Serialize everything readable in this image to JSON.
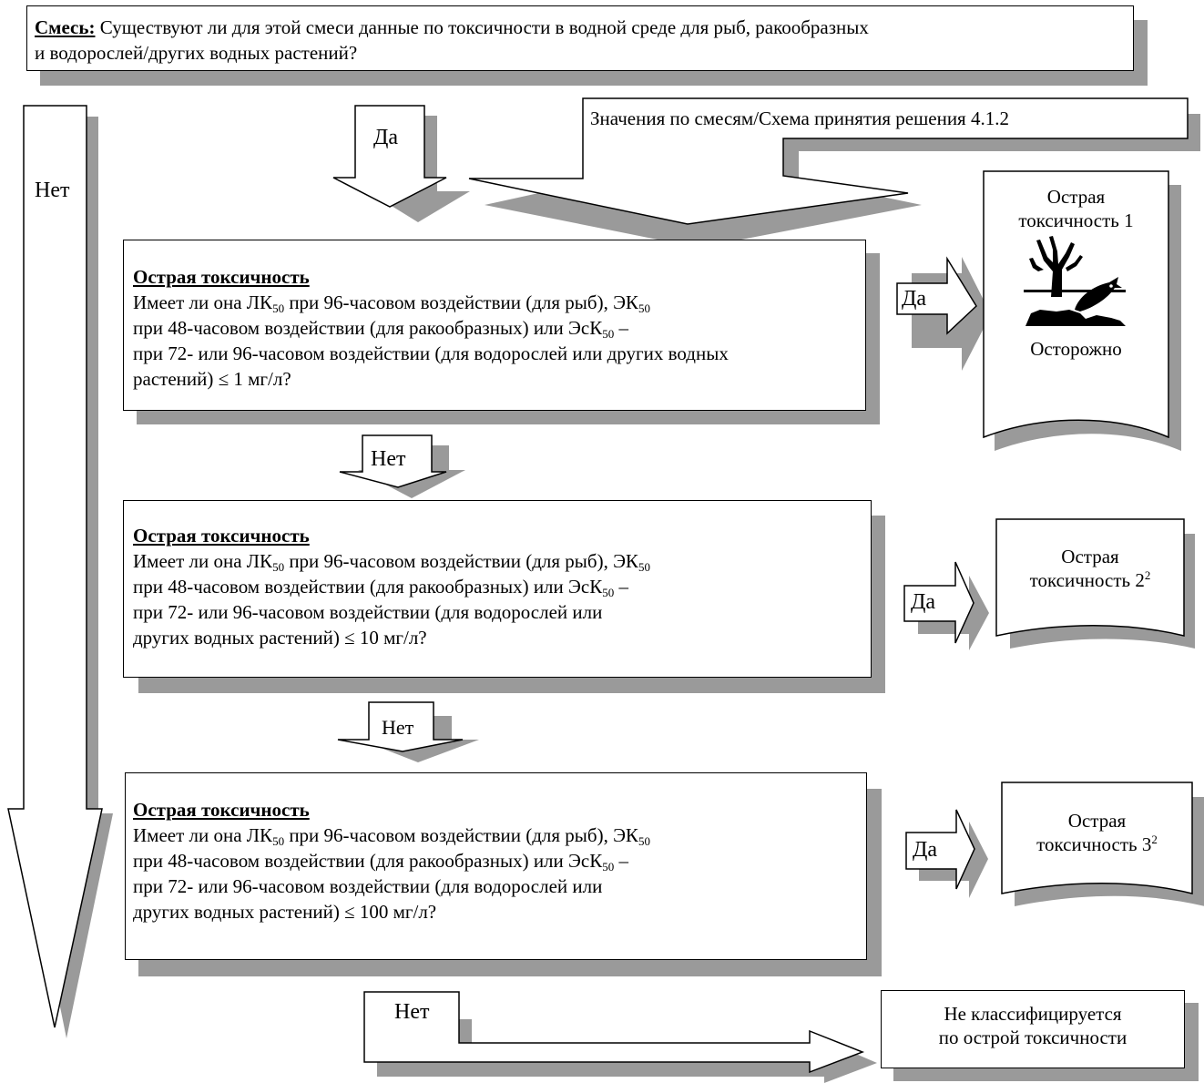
{
  "top_question": {
    "title": "Смесь:",
    "line1": "Существуют ли для этой смеси данные по токсичности в водной среде для рыб, ракообразных",
    "line2": "и водорослей/других водных растений?"
  },
  "reference_note": "Значения по смесям/Схема принятия решения 4.1.2",
  "labels": {
    "yes": "Да",
    "no": "Нет"
  },
  "questions": [
    {
      "title": "Острая токсичность",
      "l1a": "Имеет ли она ЛК",
      "l1sub1": "50",
      "l1b": " при 96-часовом воздействии (для рыб), ЭК",
      "l1sub2": "50",
      "l2a": "при 48-часовом воздействии (для ракообразных) или ЭсК",
      "l2sub": "50",
      "l2b": " –",
      "l3": "при 72- или 96-часовом воздействии (для водорослей или других водных",
      "l4": "растений) ≤ 1 мг/л?"
    },
    {
      "title": "Острая токсичность",
      "l1a": "Имеет ли она ЛК",
      "l1sub1": "50",
      "l1b": " при 96-часовом воздействии (для рыб), ЭК",
      "l1sub2": "50",
      "l2a": "при 48-часовом воздействии (для ракообразных) или ЭсК",
      "l2sub": "50",
      "l2b": " –",
      "l3": "при 72- или 96-часовом воздействии (для водорослей или",
      "l4": "других водных растений) ≤ 10 мг/л?"
    },
    {
      "title": "Острая токсичность",
      "l1a": "Имеет ли она ЛК",
      "l1sub1": "50",
      "l1b": " при 96-часовом воздействии (для рыб), ЭК",
      "l1sub2": "50",
      "l2a": "при 48-часовом воздействии (для ракообразных) или ЭсК",
      "l2sub": "50",
      "l2b": " –",
      "l3": "при 72- или 96-часовом воздействии (для водорослей или",
      "l4": "других водных растений) ≤ 100 мг/л?"
    }
  ],
  "results": [
    {
      "line1": "Острая",
      "line2": "токсичность 1",
      "signal": "Осторожно",
      "pictogram": "environment-hazard-icon"
    },
    {
      "line1": "Острая",
      "line2": "токсичность 2",
      "sup": "2"
    },
    {
      "line1": "Острая",
      "line2": "токсичность 3",
      "sup": "2"
    }
  ],
  "not_classified": {
    "line1": "Не классифицируется",
    "line2": "по острой токсичности"
  }
}
